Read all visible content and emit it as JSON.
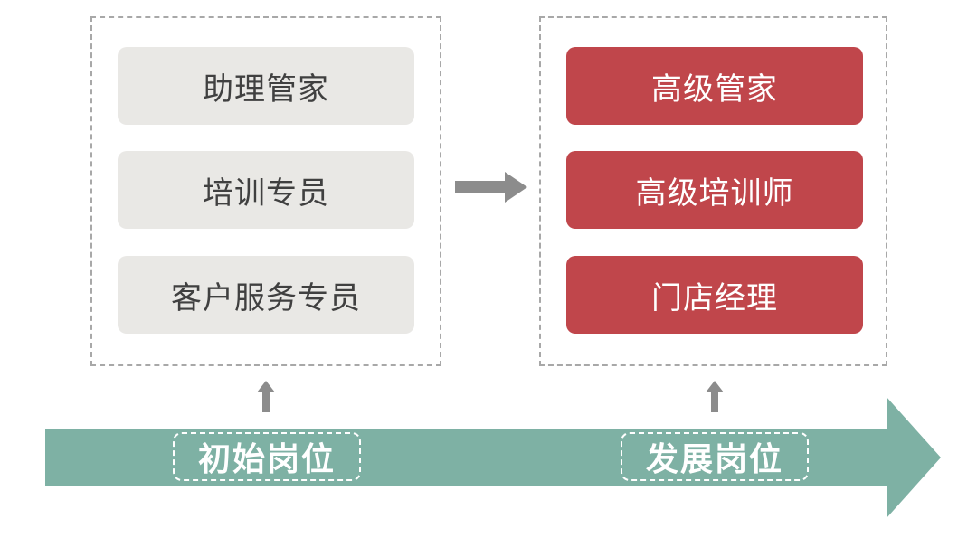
{
  "initial": {
    "roles": [
      "助理管家",
      "培训专员",
      "客户服务专员"
    ],
    "stage_label": "初始岗位"
  },
  "develop": {
    "roles": [
      "高级管家",
      "高级培训师",
      "门店经理"
    ],
    "stage_label": "发展岗位"
  },
  "colors": {
    "initial_box": "#e9e8e5",
    "develop_box": "#c0464b",
    "timeline": "#7eb1a4",
    "connector_arrow": "#8c8c8c"
  }
}
